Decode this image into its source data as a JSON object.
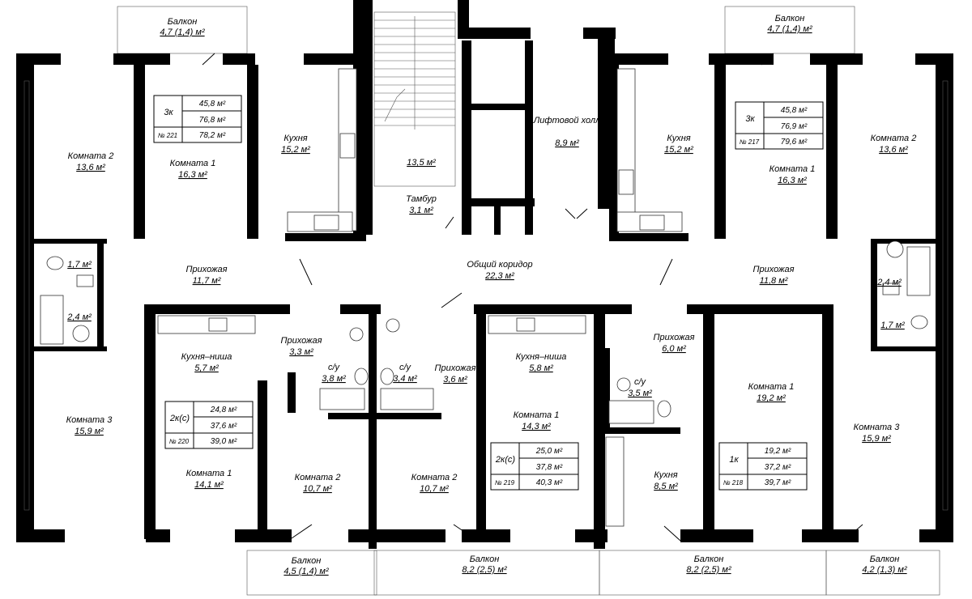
{
  "plan": {
    "balconies": [
      {
        "id": "balcony-top-left",
        "label": "Балкон",
        "area": "4,7 (1,4) м²"
      },
      {
        "id": "balcony-top-right",
        "label": "Балкон",
        "area": "4,7 (1,4) м²"
      },
      {
        "id": "balcony-bottom-1",
        "label": "Балкон",
        "area": "4,5 (1,4) м²"
      },
      {
        "id": "balcony-bottom-2",
        "label": "Балкон",
        "area": "8,2 (2,5) м²"
      },
      {
        "id": "balcony-bottom-3",
        "label": "Балкон",
        "area": "8,2 (2,5) м²"
      },
      {
        "id": "balcony-bottom-4",
        "label": "Балкон",
        "area": "4,2 (1,3) м²"
      }
    ],
    "rooms": [
      {
        "id": "a221-room2",
        "label": "Комната 2",
        "area": "13,6 м²"
      },
      {
        "id": "a221-room1",
        "label": "Комната 1",
        "area": "16,3 м²"
      },
      {
        "id": "a221-kitchen",
        "label": "Кухня",
        "area": "15,2 м²"
      },
      {
        "id": "stairs",
        "label": "",
        "area": "13,5 м²"
      },
      {
        "id": "vestibule",
        "label": "Тамбур",
        "area": "3,1 м²"
      },
      {
        "id": "elevator-hall",
        "label": "Лифтовой холл",
        "area": "8,9 м²"
      },
      {
        "id": "a217-kitchen",
        "label": "Кухня",
        "area": "15,2 м²"
      },
      {
        "id": "a217-room1",
        "label": "Комната 1",
        "area": "16,3 м²"
      },
      {
        "id": "a217-room2",
        "label": "Комната 2",
        "area": "13,6 м²"
      },
      {
        "id": "a221-wc",
        "label": "",
        "area": "1,7 м²"
      },
      {
        "id": "a221-bath",
        "label": "",
        "area": "2,4 м²"
      },
      {
        "id": "a221-hall",
        "label": "Прихожая",
        "area": "11,7 м²"
      },
      {
        "id": "corridor",
        "label": "Общий коридор",
        "area": "22,3 м²"
      },
      {
        "id": "a217-hall",
        "label": "Прихожая",
        "area": "11,8 м²"
      },
      {
        "id": "a217-bath",
        "label": "",
        "area": "2,4 м²"
      },
      {
        "id": "a217-wc",
        "label": "",
        "area": "1,7 м²"
      },
      {
        "id": "a221-room3",
        "label": "Комната 3",
        "area": "15,9 м²"
      },
      {
        "id": "a220-kitchen",
        "label": "Кухня–ниша",
        "area": "5,7 м²"
      },
      {
        "id": "a220-hall",
        "label": "Прихожая",
        "area": "3,3 м²"
      },
      {
        "id": "a220-bath",
        "label": "с/у",
        "area": "3,8 м²"
      },
      {
        "id": "a219-bath",
        "label": "с/у",
        "area": "3,4 м²"
      },
      {
        "id": "a219-hall",
        "label": "Прихожая",
        "area": "3,6 м²"
      },
      {
        "id": "a219-kitchen",
        "label": "Кухня–ниша",
        "area": "5,8 м²"
      },
      {
        "id": "a218-hall",
        "label": "Прихожая",
        "area": "6,0 м²"
      },
      {
        "id": "a218-bath",
        "label": "с/у",
        "area": "3,5 м²"
      },
      {
        "id": "a218-room1",
        "label": "Комната 1",
        "area": "19,2 м²"
      },
      {
        "id": "a217-room3",
        "label": "Комната 3",
        "area": "15,9 м²"
      },
      {
        "id": "a219-room1",
        "label": "Комната 1",
        "area": "14,3 м²"
      },
      {
        "id": "a220-room1",
        "label": "Комната 1",
        "area": "14,1 м²"
      },
      {
        "id": "a220-room2",
        "label": "Комната 2",
        "area": "10,7 м²"
      },
      {
        "id": "a219-room2",
        "label": "Комната 2",
        "area": "10,7 м²"
      },
      {
        "id": "a218-kitchen",
        "label": "Кухня",
        "area": "8,5 м²"
      }
    ],
    "apartments": [
      {
        "id": "a221",
        "type": "3к",
        "number": "№ 221",
        "living": "45,8 м²",
        "total": "76,8 м²",
        "total_with_balcony": "78,2 м²"
      },
      {
        "id": "a217",
        "type": "3к",
        "number": "№ 217",
        "living": "45,8 м²",
        "total": "76,9 м²",
        "total_with_balcony": "79,6 м²"
      },
      {
        "id": "a220",
        "type": "2к(с)",
        "number": "№ 220",
        "living": "24,8 м²",
        "total": "37,6 м²",
        "total_with_balcony": "39,0 м²"
      },
      {
        "id": "a219",
        "type": "2к(с)",
        "number": "№ 219",
        "living": "25,0 м²",
        "total": "37,8 м²",
        "total_with_balcony": "40,3 м²"
      },
      {
        "id": "a218",
        "type": "1к",
        "number": "№ 218",
        "living": "19,2 м²",
        "total": "37,2 м²",
        "total_with_balcony": "39,7 м²"
      }
    ]
  }
}
